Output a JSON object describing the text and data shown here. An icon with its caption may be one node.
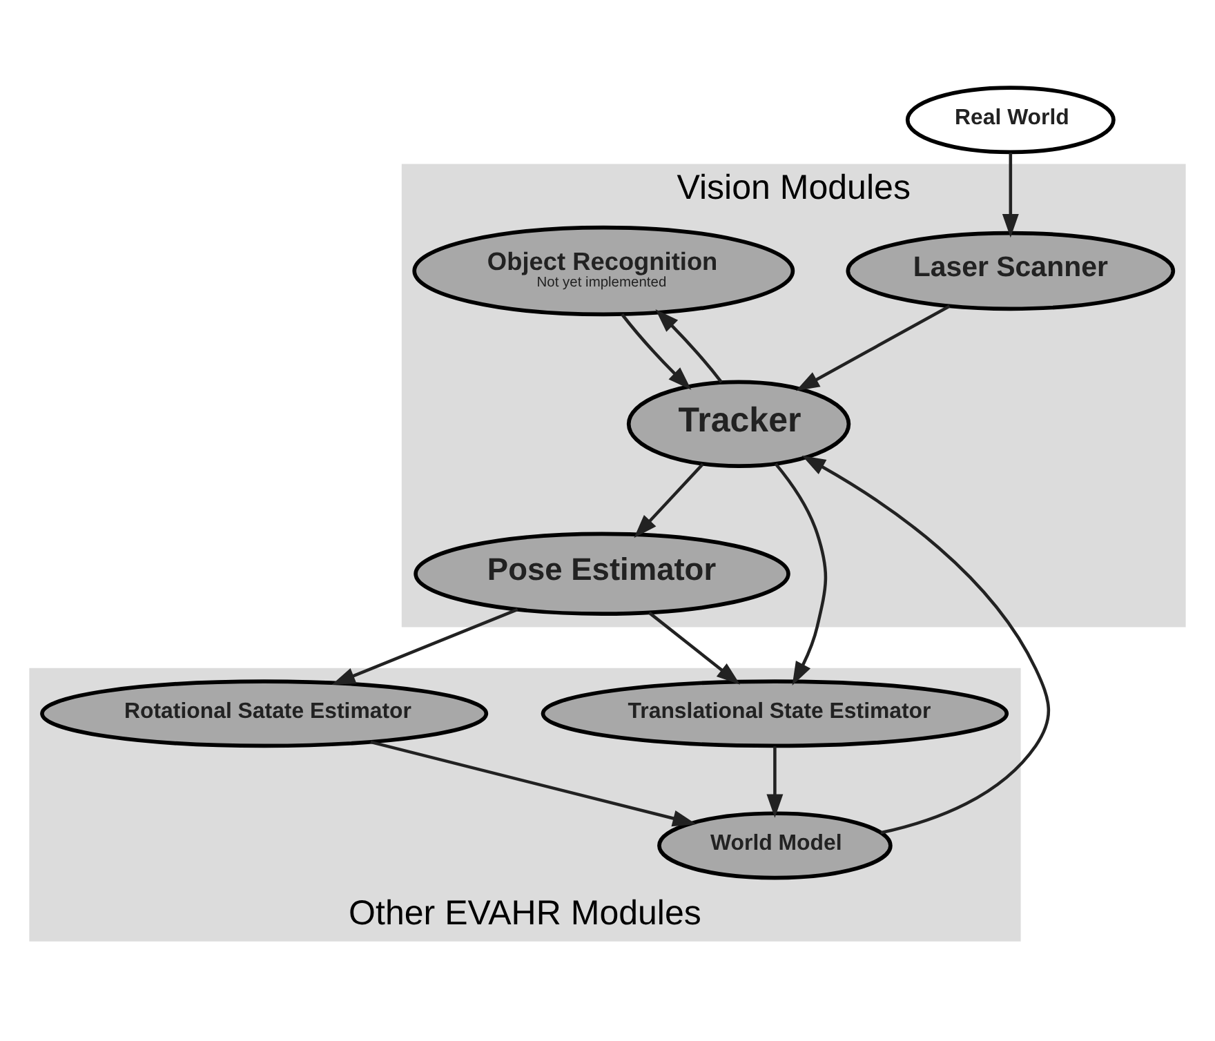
{
  "diagram": {
    "nodes": [
      {
        "text": [
          "Real World"
        ]
      },
      {
        "text": [
          "Vision Modules"
        ]
      },
      {
        "text": [
          "Laser Scanner"
        ],
        "in": 1
      },
      {
        "text": [
          "Other EVAHR Modules"
        ]
      },
      {
        "text": [
          "World Model"
        ],
        "in": 3
      },
      {
        "text": [
          "Object Recognition",
          "Not yet implemented"
        ],
        "in": 1
      },
      {
        "text": [
          "Tracker"
        ],
        "in": 1
      },
      {
        "text": [
          "Translational State Estimator"
        ],
        "in": 3
      },
      {
        "text": [
          "Pose Estimator"
        ],
        "in": 1
      },
      {
        "text": [
          "Rotational Satate Estimator"
        ],
        "in": 3
      }
    ],
    "edges": [
      {
        "from": 0,
        "to": 2,
        "arrow": "to"
      },
      {
        "from": 2,
        "to": 6,
        "arrow": "to"
      },
      {
        "from": 4,
        "to": 6,
        "arrow": "to"
      },
      {
        "from": 6,
        "to": 5,
        "arrow": "to"
      },
      {
        "from": 5,
        "to": 6,
        "arrow": "to"
      },
      {
        "from": 6,
        "to": 7,
        "arrow": "to"
      },
      {
        "from": 7,
        "to": 4,
        "arrow": "to"
      },
      {
        "from": 9,
        "to": 4,
        "arrow": "to"
      },
      {
        "from": 6,
        "to": 8,
        "arrow": "to"
      },
      {
        "from": 8,
        "to": 7,
        "arrow": "to"
      },
      {
        "from": 8,
        "to": 9,
        "arrow": "to"
      }
    ]
  }
}
